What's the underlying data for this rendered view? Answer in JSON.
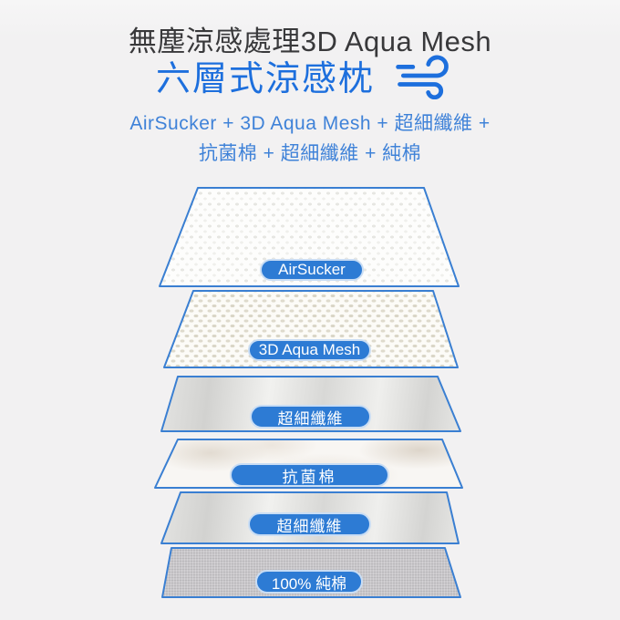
{
  "header": {
    "title": "無塵涼感處理3D Aqua Mesh",
    "subtitle": "六層式涼感枕",
    "formula_line1": "AirSucker + 3D Aqua Mesh + 超細纖維 +",
    "formula_line2": "抗菌棉 + 超細纖維 + 純棉"
  },
  "layers": [
    {
      "label": "AirSucker",
      "texture": "embossed-foam"
    },
    {
      "label": "3D Aqua Mesh",
      "texture": "honeycomb-mesh"
    },
    {
      "label": "超細纖維",
      "texture": "satin-microfiber"
    },
    {
      "label": "抗菌棉",
      "texture": "cotton-fluff"
    },
    {
      "label": "超細纖維",
      "texture": "satin-microfiber"
    },
    {
      "label": "100% 純棉",
      "texture": "woven-gray-cotton"
    }
  ],
  "icons": {
    "wind": "wind-icon"
  },
  "colors": {
    "background": "#f2f1f2",
    "title_text": "#39393b",
    "accent_blue": "#1d6fdd",
    "description_blue": "#3f82d8",
    "pill_fill": "#2d7bd4",
    "pill_ring": "#c9ddf4",
    "layer_outline": "#3a7fd2"
  }
}
